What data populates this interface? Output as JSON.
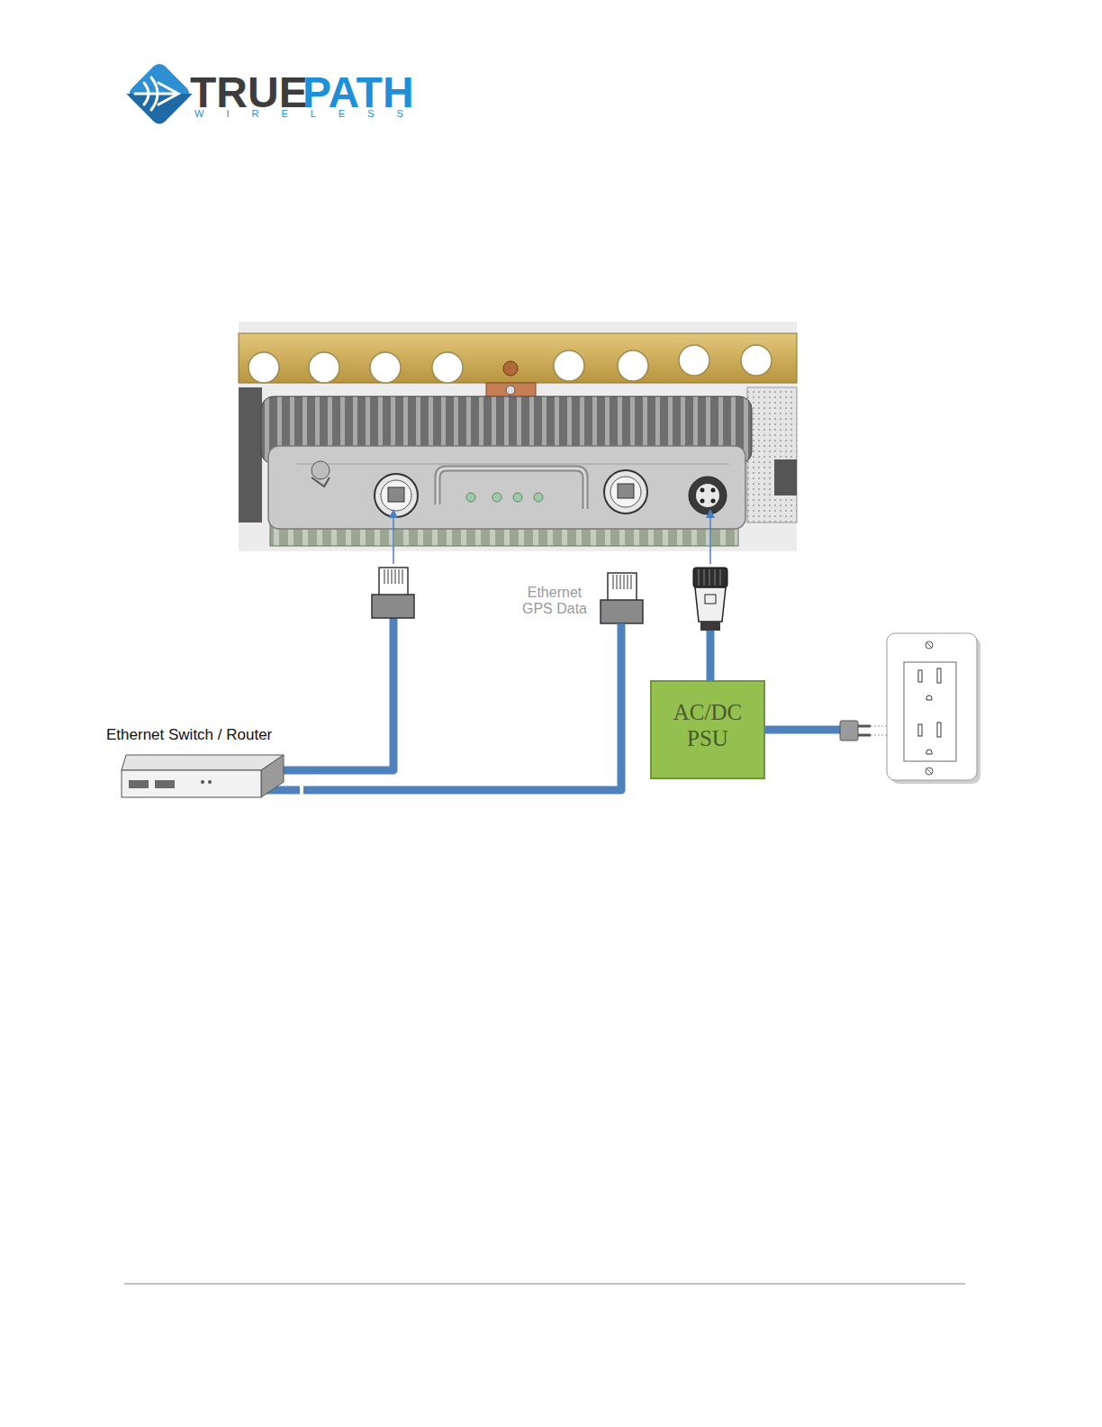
{
  "diagram": {
    "nodes": [
      {
        "text": [
          "Ethernet Switch / Router"
        ]
      },
      {
        "text": [
          "Ethernet GPS Data"
        ]
      },
      {
        "text": [
          "AC/DC PSU"
        ]
      }
    ],
    "edges": [
      {
        "from": 0,
        "to": 1,
        "arrow": "none"
      }
    ],
    "labels": [
      "TRUE",
      "PATH",
      "WIRELESS"
    ]
  }
}
